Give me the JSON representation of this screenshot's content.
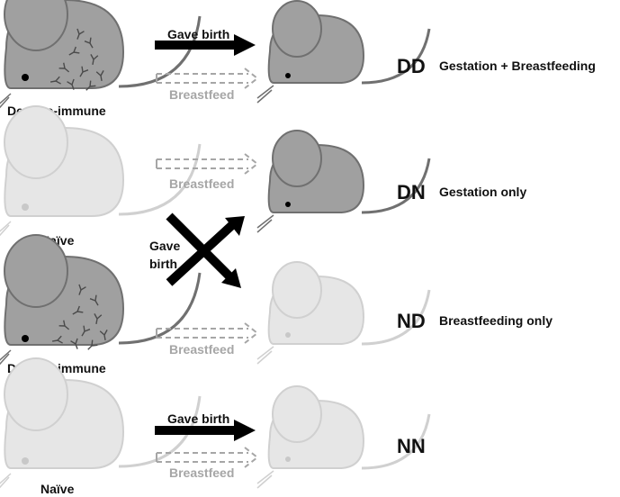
{
  "mother_labels": {
    "immune": "Dengue-immune",
    "naive": "Naïve"
  },
  "arrow_labels": {
    "gave_birth": "Gave birth",
    "gave_birth_line1": "Gave",
    "gave_birth_line2": "birth",
    "breastfeed": "Breastfeed"
  },
  "groups": [
    {
      "code": "DD",
      "description": "Gestation + Breastfeeding"
    },
    {
      "code": "DN",
      "description": "Gestation only"
    },
    {
      "code": "ND",
      "description": "Breastfeeding only"
    },
    {
      "code": "NN",
      "description": ""
    }
  ],
  "colors": {
    "immune_fill": "#a0a0a0",
    "immune_stroke": "#707070",
    "naive_fill": "#e6e6e6",
    "naive_stroke": "#d0d0d0",
    "antibody": "#4a4a4a",
    "gave_birth_arrow": "#000000",
    "breastfeed_arrow": "#a6a6a6"
  }
}
